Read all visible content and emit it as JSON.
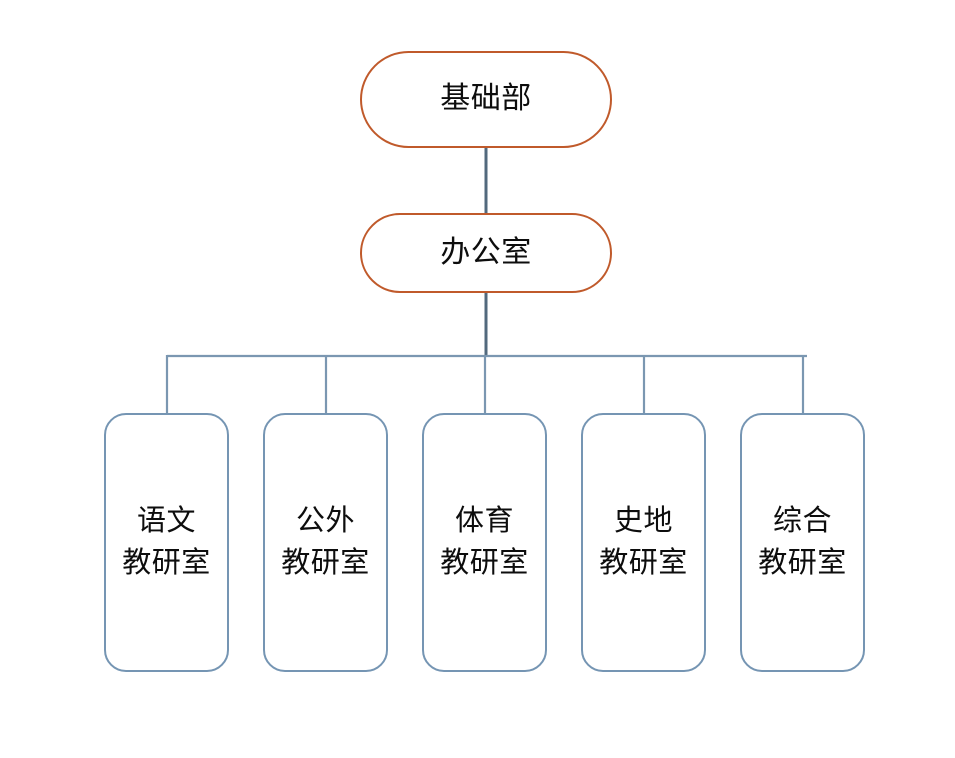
{
  "diagram": {
    "type": "organization-chart",
    "title_text": "",
    "colors": {
      "accent_orange": "#c05a2b",
      "node_blue": "#7595b3",
      "connector_trunk": "#52697d",
      "connector_branch": "#8aa5bd",
      "text": "#0d0d0d",
      "background": "#ffffff"
    },
    "levels": [
      {
        "level": 1,
        "nodes": [
          {
            "id": "root",
            "label": "基础部",
            "shape": "pill",
            "border_color": "#c05a2b"
          }
        ]
      },
      {
        "level": 2,
        "nodes": [
          {
            "id": "office",
            "label": "办公室",
            "shape": "pill",
            "border_color": "#c05a2b"
          }
        ]
      },
      {
        "level": 3,
        "nodes": [
          {
            "id": "dept-chinese",
            "label": "语文\n教研室",
            "shape": "rounded-rect",
            "border_color": "#7595b3"
          },
          {
            "id": "dept-foreign",
            "label": "公外\n教研室",
            "shape": "rounded-rect",
            "border_color": "#7595b3"
          },
          {
            "id": "dept-pe",
            "label": "体育\n教研室",
            "shape": "rounded-rect",
            "border_color": "#7595b3"
          },
          {
            "id": "dept-history-geo",
            "label": "史地\n教研室",
            "shape": "rounded-rect",
            "border_color": "#7595b3"
          },
          {
            "id": "dept-comprehensive",
            "label": "综合\n教研室",
            "shape": "rounded-rect",
            "border_color": "#7595b3"
          }
        ]
      }
    ],
    "edges": [
      {
        "from": "root",
        "to": "office"
      },
      {
        "from": "office",
        "to": "dept-chinese"
      },
      {
        "from": "office",
        "to": "dept-foreign"
      },
      {
        "from": "office",
        "to": "dept-pe"
      },
      {
        "from": "office",
        "to": "dept-history-geo"
      },
      {
        "from": "office",
        "to": "dept-comprehensive"
      }
    ]
  }
}
